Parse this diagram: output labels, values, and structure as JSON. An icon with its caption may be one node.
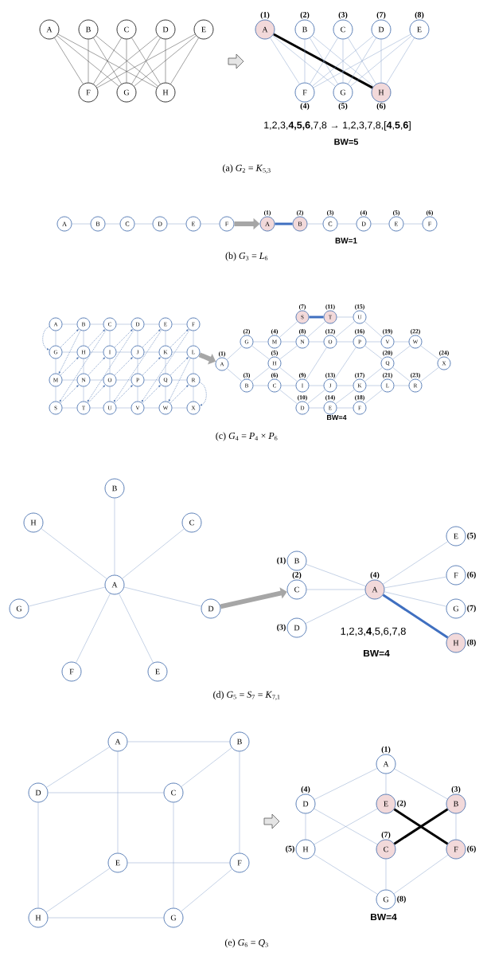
{
  "diagram": {
    "nodes": [
      {
        "text": [
          "A"
        ]
      },
      {
        "text": [
          "B"
        ]
      },
      {
        "text": [
          "C"
        ]
      },
      {
        "text": [
          "D"
        ]
      },
      {
        "text": [
          "E"
        ]
      },
      {
        "text": [
          "F"
        ]
      },
      {
        "text": [
          "G"
        ]
      },
      {
        "text": [
          "H"
        ]
      },
      {
        "text": [
          "A"
        ],
        "beside": [
          "(1)"
        ]
      },
      {
        "text": [
          "B"
        ],
        "beside": [
          "(2)"
        ]
      },
      {
        "text": [
          "C"
        ],
        "beside": [
          "(3)"
        ]
      },
      {
        "text": [
          "D"
        ],
        "beside": [
          "(7)"
        ]
      },
      {
        "text": [
          "E"
        ],
        "beside": [
          "(8)"
        ]
      },
      {
        "text": [
          "F"
        ],
        "beside": [
          "(4)"
        ]
      },
      {
        "text": [
          "G"
        ],
        "beside": [
          "(5)"
        ]
      },
      {
        "text": [
          "H"
        ],
        "beside": [
          "(6)"
        ]
      },
      {
        "text": [
          "A"
        ]
      },
      {
        "text": [
          "B"
        ]
      },
      {
        "text": [
          "C"
        ]
      },
      {
        "text": [
          "D"
        ]
      },
      {
        "text": [
          "E"
        ]
      },
      {
        "text": [
          "F"
        ]
      },
      {
        "text": [
          "A"
        ],
        "beside": [
          "(1)"
        ]
      },
      {
        "text": [
          "B"
        ],
        "beside": [
          "(2)"
        ]
      },
      {
        "text": [
          "C"
        ],
        "beside": [
          "(3)"
        ]
      },
      {
        "text": [
          "D"
        ],
        "beside": [
          "(4)"
        ]
      },
      {
        "text": [
          "E"
        ],
        "beside": [
          "(5)"
        ]
      },
      {
        "text": [
          "F"
        ],
        "beside": [
          "(6)"
        ]
      },
      {
        "text": [
          "A"
        ]
      },
      {
        "text": [
          "B"
        ]
      },
      {
        "text": [
          "C"
        ]
      },
      {
        "text": [
          "D"
        ]
      },
      {
        "text": [
          "E"
        ]
      },
      {
        "text": [
          "F"
        ]
      },
      {
        "text": [
          "G"
        ]
      },
      {
        "text": [
          "H"
        ]
      },
      {
        "text": [
          "I"
        ]
      },
      {
        "text": [
          "J"
        ]
      },
      {
        "text": [
          "K"
        ]
      },
      {
        "text": [
          "L"
        ]
      },
      {
        "text": [
          "M"
        ]
      },
      {
        "text": [
          "N"
        ]
      },
      {
        "text": [
          "O"
        ]
      },
      {
        "text": [
          "P"
        ]
      },
      {
        "text": [
          "Q"
        ]
      },
      {
        "text": [
          "R"
        ]
      },
      {
        "text": [
          "S"
        ]
      },
      {
        "text": [
          "T"
        ]
      },
      {
        "text": [
          "U"
        ]
      },
      {
        "text": [
          "V"
        ]
      },
      {
        "text": [
          "W"
        ]
      },
      {
        "text": [
          "X"
        ]
      },
      {
        "text": [
          "A"
        ],
        "beside": [
          "(1)"
        ]
      },
      {
        "text": [
          "B"
        ],
        "beside": [
          "(3)"
        ]
      },
      {
        "text": [
          "C"
        ],
        "beside": [
          "(6)"
        ]
      },
      {
        "text": [
          "D"
        ],
        "beside": [
          "(10)"
        ]
      },
      {
        "text": [
          "E"
        ],
        "beside": [
          "(14)"
        ]
      },
      {
        "text": [
          "F"
        ],
        "beside": [
          "(18)"
        ]
      },
      {
        "text": [
          "G"
        ],
        "beside": [
          "(2)"
        ]
      },
      {
        "text": [
          "H"
        ],
        "beside": [
          "(5)"
        ]
      },
      {
        "text": [
          "I"
        ],
        "beside": [
          "(9)"
        ]
      },
      {
        "text": [
          "J"
        ],
        "beside": [
          "(13)"
        ]
      },
      {
        "text": [
          "K"
        ],
        "beside": [
          "(17)"
        ]
      },
      {
        "text": [
          "L"
        ],
        "beside": [
          "(21)"
        ]
      },
      {
        "text": [
          "M"
        ],
        "beside": [
          "(4)"
        ]
      },
      {
        "text": [
          "N"
        ],
        "beside": [
          "(8)"
        ]
      },
      {
        "text": [
          "O"
        ],
        "beside": [
          "(12)"
        ]
      },
      {
        "text": [
          "P"
        ],
        "beside": [
          "(16)"
        ]
      },
      {
        "text": [
          "Q"
        ],
        "beside": [
          "(20)"
        ]
      },
      {
        "text": [
          "R"
        ],
        "beside": [
          "(23)"
        ]
      },
      {
        "text": [
          "S"
        ],
        "beside": [
          "(7)"
        ]
      },
      {
        "text": [
          "T"
        ],
        "beside": [
          "(11)"
        ]
      },
      {
        "text": [
          "U"
        ],
        "beside": [
          "(15)"
        ]
      },
      {
        "text": [
          "V"
        ],
        "beside": [
          "(19)"
        ]
      },
      {
        "text": [
          "W"
        ],
        "beside": [
          "(22)"
        ]
      },
      {
        "text": [
          "X"
        ],
        "beside": [
          "(24)"
        ]
      },
      {
        "text": [
          "A"
        ]
      },
      {
        "text": [
          "B"
        ]
      },
      {
        "text": [
          "C"
        ]
      },
      {
        "text": [
          "D"
        ]
      },
      {
        "text": [
          "E"
        ]
      },
      {
        "text": [
          "F"
        ]
      },
      {
        "text": [
          "G"
        ]
      },
      {
        "text": [
          "H"
        ]
      },
      {
        "text": [
          "A"
        ],
        "beside": [
          "(4)"
        ]
      },
      {
        "text": [
          "B"
        ],
        "beside": [
          "(1)"
        ]
      },
      {
        "text": [
          "C"
        ],
        "beside": [
          "(2)"
        ]
      },
      {
        "text": [
          "D"
        ],
        "beside": [
          "(3)"
        ]
      },
      {
        "text": [
          "E"
        ],
        "beside": [
          "(5)"
        ]
      },
      {
        "text": [
          "F"
        ],
        "beside": [
          "(6)"
        ]
      },
      {
        "text": [
          "G"
        ],
        "beside": [
          "(7)"
        ]
      },
      {
        "text": [
          "H"
        ],
        "beside": [
          "(8)"
        ]
      },
      {
        "text": [
          "A"
        ]
      },
      {
        "text": [
          "B"
        ]
      },
      {
        "text": [
          "C"
        ]
      },
      {
        "text": [
          "D"
        ]
      },
      {
        "text": [
          "E"
        ]
      },
      {
        "text": [
          "F"
        ]
      },
      {
        "text": [
          "G"
        ]
      },
      {
        "text": [
          "H"
        ]
      },
      {
        "text": [
          "A"
        ],
        "beside": [
          "(1)"
        ]
      },
      {
        "text": [
          "B"
        ],
        "beside": [
          "(3)"
        ]
      },
      {
        "text": [
          "C"
        ],
        "beside": [
          "(7)"
        ]
      },
      {
        "text": [
          "D"
        ],
        "beside": [
          "(4)"
        ]
      },
      {
        "text": [
          "E"
        ],
        "beside": [
          "(2)"
        ]
      },
      {
        "text": [
          "F"
        ],
        "beside": [
          "(6)"
        ]
      },
      {
        "text": [
          "G"
        ],
        "beside": [
          "(8)"
        ]
      },
      {
        "text": [
          "H"
        ],
        "beside": [
          "(5)"
        ]
      }
    ],
    "edges": [
      {
        "from": 0,
        "to": 5,
        "arrow": "none",
        "color": "#404040"
      },
      {
        "from": 0,
        "to": 6,
        "arrow": "none",
        "color": "#404040"
      },
      {
        "from": 0,
        "to": 7,
        "arrow": "none",
        "color": "#404040"
      },
      {
        "from": 1,
        "to": 5,
        "arrow": "none",
        "color": "#404040"
      },
      {
        "from": 1,
        "to": 6,
        "arrow": "none",
        "color": "#404040"
      },
      {
        "from": 1,
        "to": 7,
        "arrow": "none",
        "color": "#404040"
      },
      {
        "from": 2,
        "to": 5,
        "arrow": "none",
        "color": "#404040"
      },
      {
        "from": 2,
        "to": 6,
        "arrow": "none",
        "color": "#404040"
      },
      {
        "from": 2,
        "to": 7,
        "arrow": "none",
        "color": "#404040"
      },
      {
        "from": 3,
        "to": 5,
        "arrow": "none",
        "color": "#404040"
      },
      {
        "from": 3,
        "to": 6,
        "arrow": "none",
        "color": "#404040"
      },
      {
        "from": 3,
        "to": 7,
        "arrow": "none",
        "color": "#404040"
      },
      {
        "from": 4,
        "to": 5,
        "arrow": "none",
        "color": "#404040"
      },
      {
        "from": 4,
        "to": 6,
        "arrow": "none",
        "color": "#404040"
      },
      {
        "from": 4,
        "to": 7,
        "arrow": "none",
        "color": "#404040"
      },
      {
        "from": 8,
        "to": 13,
        "arrow": "none"
      },
      {
        "from": 8,
        "to": 14,
        "arrow": "none"
      },
      {
        "from": 8,
        "to": 15,
        "arrow": "none",
        "style": "thick",
        "color": "#000000"
      },
      {
        "from": 9,
        "to": 13,
        "arrow": "none"
      },
      {
        "from": 9,
        "to": 14,
        "arrow": "none"
      },
      {
        "from": 9,
        "to": 15,
        "arrow": "none"
      },
      {
        "from": 10,
        "to": 13,
        "arrow": "none"
      },
      {
        "from": 10,
        "to": 14,
        "arrow": "none"
      },
      {
        "from": 10,
        "to": 15,
        "arrow": "none"
      },
      {
        "from": 11,
        "to": 13,
        "arrow": "none"
      },
      {
        "from": 11,
        "to": 14,
        "arrow": "none"
      },
      {
        "from": 11,
        "to": 15,
        "arrow": "none"
      },
      {
        "from": 12,
        "to": 13,
        "arrow": "none"
      },
      {
        "from": 12,
        "to": 14,
        "arrow": "none"
      },
      {
        "from": 12,
        "to": 15,
        "arrow": "none"
      },
      {
        "from": 16,
        "to": 17,
        "arrow": "none"
      },
      {
        "from": 17,
        "to": 18,
        "arrow": "none"
      },
      {
        "from": 18,
        "to": 19,
        "arrow": "none"
      },
      {
        "from": 19,
        "to": 20,
        "arrow": "none"
      },
      {
        "from": 20,
        "to": 21,
        "arrow": "none"
      },
      {
        "from": 22,
        "to": 23,
        "arrow": "none",
        "style": "thick",
        "color": "#3f6fc0"
      },
      {
        "from": 23,
        "to": 24,
        "arrow": "none"
      },
      {
        "from": 24,
        "to": 25,
        "arrow": "none"
      },
      {
        "from": 25,
        "to": 26,
        "arrow": "none"
      },
      {
        "from": 26,
        "to": 27,
        "arrow": "none"
      },
      {
        "from": 28,
        "to": 29,
        "arrow": "none"
      },
      {
        "from": 29,
        "to": 30,
        "arrow": "none"
      },
      {
        "from": 30,
        "to": 31,
        "arrow": "none"
      },
      {
        "from": 31,
        "to": 32,
        "arrow": "none"
      },
      {
        "from": 32,
        "to": 33,
        "arrow": "none"
      },
      {
        "from": 34,
        "to": 35,
        "arrow": "none"
      },
      {
        "from": 35,
        "to": 36,
        "arrow": "none"
      },
      {
        "from": 36,
        "to": 37,
        "arrow": "none"
      },
      {
        "from": 37,
        "to": 38,
        "arrow": "none"
      },
      {
        "from": 38,
        "to": 39,
        "arrow": "none"
      },
      {
        "from": 40,
        "to": 41,
        "arrow": "none"
      },
      {
        "from": 41,
        "to": 42,
        "arrow": "none"
      },
      {
        "from": 42,
        "to": 43,
        "arrow": "none"
      },
      {
        "from": 43,
        "to": 44,
        "arrow": "none"
      },
      {
        "from": 44,
        "to": 45,
        "arrow": "none"
      },
      {
        "from": 46,
        "to": 47,
        "arrow": "none"
      },
      {
        "from": 47,
        "to": 48,
        "arrow": "none"
      },
      {
        "from": 48,
        "to": 49,
        "arrow": "none"
      },
      {
        "from": 49,
        "to": 50,
        "arrow": "none"
      },
      {
        "from": 50,
        "to": 51,
        "arrow": "none"
      },
      {
        "from": 28,
        "to": 34,
        "arrow": "none"
      },
      {
        "from": 29,
        "to": 35,
        "arrow": "none"
      },
      {
        "from": 30,
        "to": 36,
        "arrow": "none"
      },
      {
        "from": 31,
        "to": 37,
        "arrow": "none"
      },
      {
        "from": 32,
        "to": 38,
        "arrow": "none"
      },
      {
        "from": 33,
        "to": 39,
        "arrow": "none"
      },
      {
        "from": 34,
        "to": 40,
        "arrow": "none"
      },
      {
        "from": 35,
        "to": 41,
        "arrow": "none"
      },
      {
        "from": 36,
        "to": 42,
        "arrow": "none"
      },
      {
        "from": 37,
        "to": 43,
        "arrow": "none"
      },
      {
        "from": 38,
        "to": 44,
        "arrow": "none"
      },
      {
        "from": 39,
        "to": 45,
        "arrow": "none"
      },
      {
        "from": 40,
        "to": 46,
        "arrow": "none"
      },
      {
        "from": 41,
        "to": 47,
        "arrow": "none"
      },
      {
        "from": 42,
        "to": 48,
        "arrow": "none"
      },
      {
        "from": 43,
        "to": 49,
        "arrow": "none"
      },
      {
        "from": 44,
        "to": 50,
        "arrow": "none"
      },
      {
        "from": 45,
        "to": 51,
        "arrow": "none"
      },
      {
        "from": 28,
        "to": 34,
        "arrow": "to",
        "style": "dashed"
      },
      {
        "from": 34,
        "to": 29,
        "arrow": "to",
        "style": "dashed"
      },
      {
        "from": 29,
        "to": 40,
        "arrow": "to",
        "style": "dashed"
      },
      {
        "from": 40,
        "to": 35,
        "arrow": "to",
        "style": "dashed"
      },
      {
        "from": 35,
        "to": 30,
        "arrow": "to",
        "style": "dashed"
      },
      {
        "from": 30,
        "to": 46,
        "arrow": "to",
        "style": "dashed"
      },
      {
        "from": 46,
        "to": 41,
        "arrow": "to",
        "style": "dashed"
      },
      {
        "from": 41,
        "to": 36,
        "arrow": "to",
        "style": "dashed"
      },
      {
        "from": 36,
        "to": 31,
        "arrow": "to",
        "style": "dashed"
      },
      {
        "from": 31,
        "to": 47,
        "arrow": "to",
        "style": "dashed"
      },
      {
        "from": 47,
        "to": 42,
        "arrow": "to",
        "style": "dashed"
      },
      {
        "from": 42,
        "to": 37,
        "arrow": "to",
        "style": "dashed"
      },
      {
        "from": 37,
        "to": 32,
        "arrow": "to",
        "style": "dashed"
      },
      {
        "from": 32,
        "to": 48,
        "arrow": "to",
        "style": "dashed"
      },
      {
        "from": 48,
        "to": 43,
        "arrow": "to",
        "style": "dashed"
      },
      {
        "from": 43,
        "to": 38,
        "arrow": "to",
        "style": "dashed"
      },
      {
        "from": 38,
        "to": 33,
        "arrow": "to",
        "style": "dashed"
      },
      {
        "from": 33,
        "to": 49,
        "arrow": "to",
        "style": "dashed"
      },
      {
        "from": 49,
        "to": 44,
        "arrow": "to",
        "style": "dashed"
      },
      {
        "from": 44,
        "to": 39,
        "arrow": "to",
        "style": "dashed"
      },
      {
        "from": 39,
        "to": 50,
        "arrow": "to",
        "style": "dashed"
      },
      {
        "from": 50,
        "to": 45,
        "arrow": "to",
        "style": "dashed"
      },
      {
        "from": 45,
        "to": 51,
        "arrow": "to",
        "style": "dashed"
      },
      {
        "from": 52,
        "to": 53,
        "arrow": "none"
      },
      {
        "from": 53,
        "to": 54,
        "arrow": "none"
      },
      {
        "from": 54,
        "to": 55,
        "arrow": "none"
      },
      {
        "from": 55,
        "to": 56,
        "arrow": "none"
      },
      {
        "from": 56,
        "to": 57,
        "arrow": "none"
      },
      {
        "from": 58,
        "to": 59,
        "arrow": "none"
      },
      {
        "from": 59,
        "to": 60,
        "arrow": "none"
      },
      {
        "from": 60,
        "to": 61,
        "arrow": "none"
      },
      {
        "from": 61,
        "to": 62,
        "arrow": "none"
      },
      {
        "from": 62,
        "to": 63,
        "arrow": "none"
      },
      {
        "from": 64,
        "to": 65,
        "arrow": "none"
      },
      {
        "from": 65,
        "to": 66,
        "arrow": "none"
      },
      {
        "from": 66,
        "to": 67,
        "arrow": "none"
      },
      {
        "from": 67,
        "to": 68,
        "arrow": "none"
      },
      {
        "from": 68,
        "to": 69,
        "arrow": "none"
      },
      {
        "from": 70,
        "to": 71,
        "arrow": "none",
        "style": "thick",
        "color": "#3f6fc0"
      },
      {
        "from": 71,
        "to": 72,
        "arrow": "none"
      },
      {
        "from": 72,
        "to": 73,
        "arrow": "none"
      },
      {
        "from": 73,
        "to": 74,
        "arrow": "none"
      },
      {
        "from": 74,
        "to": 75,
        "arrow": "none"
      },
      {
        "from": 52,
        "to": 58,
        "arrow": "none"
      },
      {
        "from": 53,
        "to": 59,
        "arrow": "none"
      },
      {
        "from": 54,
        "to": 60,
        "arrow": "none"
      },
      {
        "from": 55,
        "to": 61,
        "arrow": "none"
      },
      {
        "from": 56,
        "to": 62,
        "arrow": "none"
      },
      {
        "from": 57,
        "to": 63,
        "arrow": "none"
      },
      {
        "from": 58,
        "to": 64,
        "arrow": "none"
      },
      {
        "from": 59,
        "to": 65,
        "arrow": "none"
      },
      {
        "from": 60,
        "to": 66,
        "arrow": "none"
      },
      {
        "from": 61,
        "to": 67,
        "arrow": "none"
      },
      {
        "from": 62,
        "to": 68,
        "arrow": "none"
      },
      {
        "from": 63,
        "to": 69,
        "arrow": "none"
      },
      {
        "from": 64,
        "to": 70,
        "arrow": "none"
      },
      {
        "from": 65,
        "to": 71,
        "arrow": "none"
      },
      {
        "from": 66,
        "to": 72,
        "arrow": "none"
      },
      {
        "from": 67,
        "to": 73,
        "arrow": "none"
      },
      {
        "from": 68,
        "to": 74,
        "arrow": "none"
      },
      {
        "from": 69,
        "to": 75,
        "arrow": "none"
      },
      {
        "from": 76,
        "to": 77,
        "arrow": "none"
      },
      {
        "from": 76,
        "to": 78,
        "arrow": "none"
      },
      {
        "from": 76,
        "to": 79,
        "arrow": "none"
      },
      {
        "from": 76,
        "to": 80,
        "arrow": "none"
      },
      {
        "from": 76,
        "to": 81,
        "arrow": "none"
      },
      {
        "from": 76,
        "to": 82,
        "arrow": "none"
      },
      {
        "from": 76,
        "to": 83,
        "arrow": "none"
      },
      {
        "from": 84,
        "to": 85,
        "arrow": "none"
      },
      {
        "from": 84,
        "to": 86,
        "arrow": "none"
      },
      {
        "from": 84,
        "to": 87,
        "arrow": "none"
      },
      {
        "from": 84,
        "to": 88,
        "arrow": "none"
      },
      {
        "from": 84,
        "to": 89,
        "arrow": "none"
      },
      {
        "from": 84,
        "to": 90,
        "arrow": "none"
      },
      {
        "from": 84,
        "to": 91,
        "arrow": "none",
        "style": "thick",
        "color": "#3f6fc0"
      },
      {
        "from": 92,
        "to": 93,
        "arrow": "none"
      },
      {
        "from": 92,
        "to": 95,
        "arrow": "none"
      },
      {
        "from": 92,
        "to": 96,
        "arrow": "none"
      },
      {
        "from": 93,
        "to": 94,
        "arrow": "none"
      },
      {
        "from": 93,
        "to": 97,
        "arrow": "none"
      },
      {
        "from": 94,
        "to": 95,
        "arrow": "none"
      },
      {
        "from": 94,
        "to": 98,
        "arrow": "none"
      },
      {
        "from": 95,
        "to": 99,
        "arrow": "none"
      },
      {
        "from": 96,
        "to": 97,
        "arrow": "none"
      },
      {
        "from": 96,
        "to": 99,
        "arrow": "none"
      },
      {
        "from": 97,
        "to": 98,
        "arrow": "none"
      },
      {
        "from": 98,
        "to": 99,
        "arrow": "none"
      },
      {
        "from": 100,
        "to": 101,
        "arrow": "none"
      },
      {
        "from": 100,
        "to": 103,
        "arrow": "none"
      },
      {
        "from": 100,
        "to": 104,
        "arrow": "none"
      },
      {
        "from": 101,
        "to": 102,
        "arrow": "none",
        "style": "thick",
        "color": "#000000"
      },
      {
        "from": 101,
        "to": 105,
        "arrow": "none"
      },
      {
        "from": 102,
        "to": 103,
        "arrow": "none"
      },
      {
        "from": 102,
        "to": 106,
        "arrow": "none"
      },
      {
        "from": 103,
        "to": 107,
        "arrow": "none"
      },
      {
        "from": 104,
        "to": 105,
        "arrow": "none",
        "style": "thick",
        "color": "#000000"
      },
      {
        "from": 104,
        "to": 107,
        "arrow": "none"
      },
      {
        "from": 105,
        "to": 106,
        "arrow": "none"
      },
      {
        "from": 106,
        "to": 107,
        "arrow": "none"
      },
      {
        "from": 21,
        "to": 22,
        "arrow": "to",
        "style": "thick",
        "color": "#a6a6a6"
      },
      {
        "from": 39,
        "to": 52,
        "arrow": "to",
        "style": "thick",
        "color": "#a6a6a6"
      },
      {
        "from": 79,
        "to": 86,
        "arrow": "to",
        "style": "thick",
        "color": "#a6a6a6"
      }
    ],
    "labels": [
      "1,2,3,**4,5,6**,7,8 → 1,2,3,7,8,[**4**,**5**,**6**]",
      "BW=5",
      "(a) *G*$_{2}$ = *K*$_{5,3}$",
      "BW=1",
      "(b) *G*$_{3}$ = *L*$_{6}$",
      "BW=4",
      "(c) *G*$_{4}$ = *P*$_{4}$ × *P*$_{6}$",
      "1,2,3,**4**,5,6,7,8",
      "BW=4",
      "(d) *G*$_{5}$ = *S*$_{7}$ = *K*$_{7,1}$",
      "BW=4",
      "(e) *G*$_{6}$ = *Q*$_{3}$"
    ]
  }
}
